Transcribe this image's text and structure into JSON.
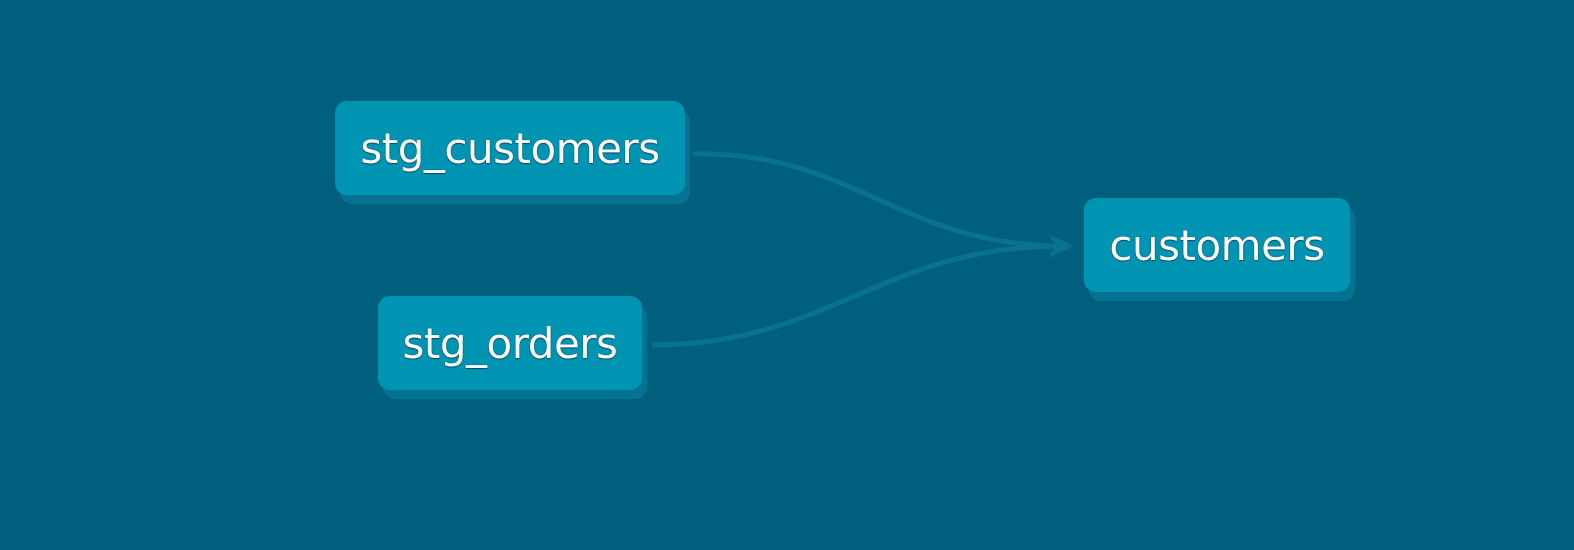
{
  "colors": {
    "background": "#005f7d",
    "node_fill": "#0094b3",
    "node_shadow": "#047391",
    "edge": "#0a7291"
  },
  "nodes": {
    "stg_customers": {
      "label": "stg_customers"
    },
    "stg_orders": {
      "label": "stg_orders"
    },
    "customers": {
      "label": "customers"
    }
  },
  "edges": [
    {
      "from": "stg_customers",
      "to": "customers"
    },
    {
      "from": "stg_orders",
      "to": "customers"
    }
  ]
}
